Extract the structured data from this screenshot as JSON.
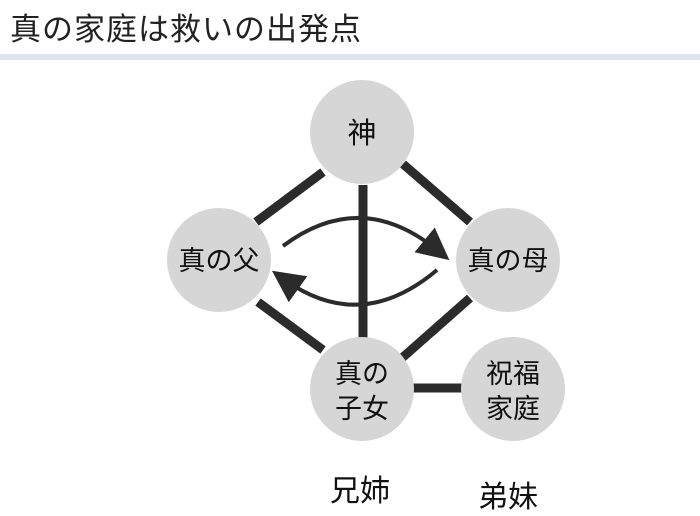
{
  "title": "真の家庭は救いの出発点",
  "colors": {
    "node_fill": "#d6d6d6",
    "line": "#2b2b2b",
    "rule": "#dde5ef"
  },
  "nodes": {
    "god": {
      "lines": [
        "神"
      ]
    },
    "father": {
      "lines": [
        "真の父"
      ]
    },
    "mother": {
      "lines": [
        "真の母"
      ]
    },
    "children": {
      "lines": [
        "真の",
        "子女"
      ]
    },
    "blessed_family": {
      "lines": [
        "祝福",
        "家庭"
      ]
    }
  },
  "captions": {
    "elder_siblings": "兄姉",
    "younger_siblings": "弟妹"
  }
}
